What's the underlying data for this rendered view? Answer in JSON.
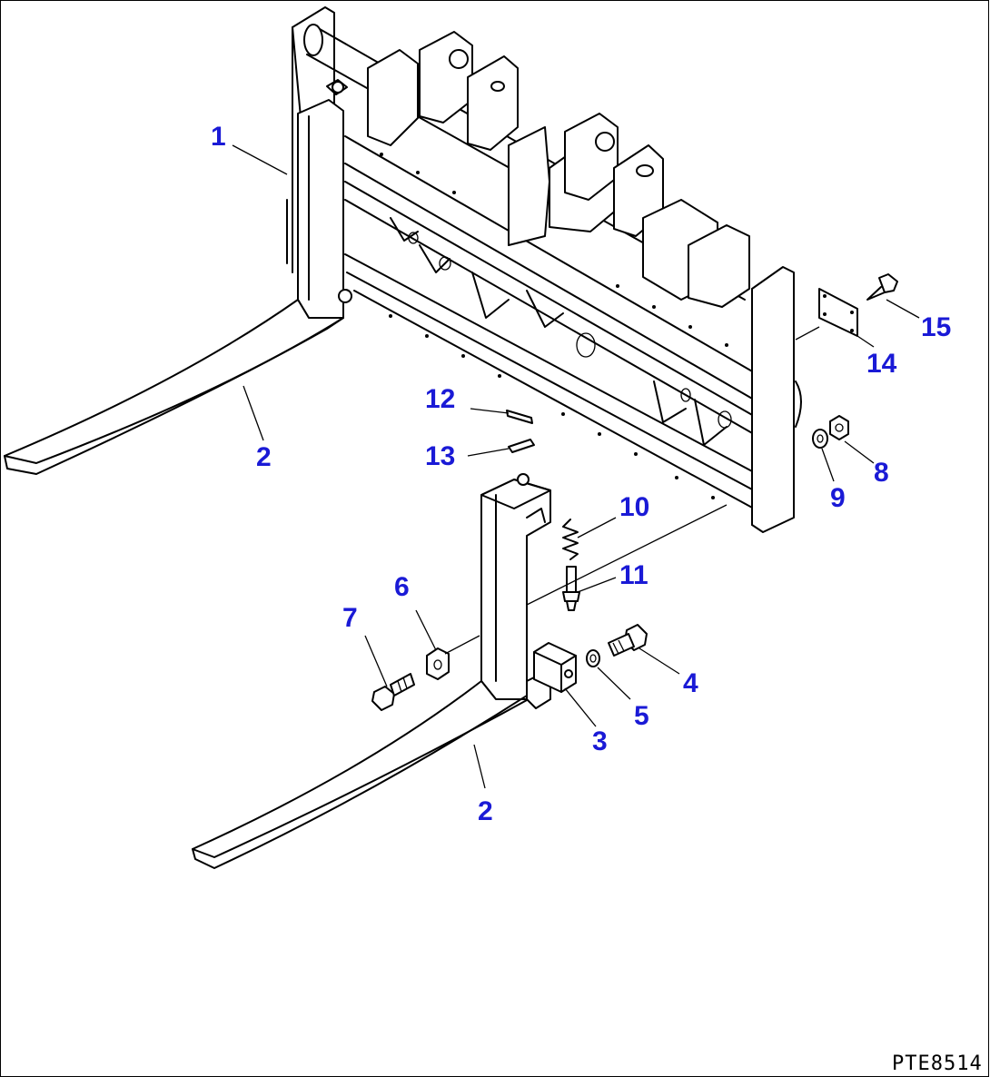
{
  "drawing_code": "PTE8514",
  "callouts": [
    "1",
    "2",
    "2",
    "3",
    "4",
    "5",
    "6",
    "7",
    "8",
    "9",
    "10",
    "11",
    "12",
    "13",
    "14",
    "15"
  ],
  "colors": {
    "callout": "#1a1ad6",
    "line": "#000000",
    "background": "#ffffff"
  }
}
